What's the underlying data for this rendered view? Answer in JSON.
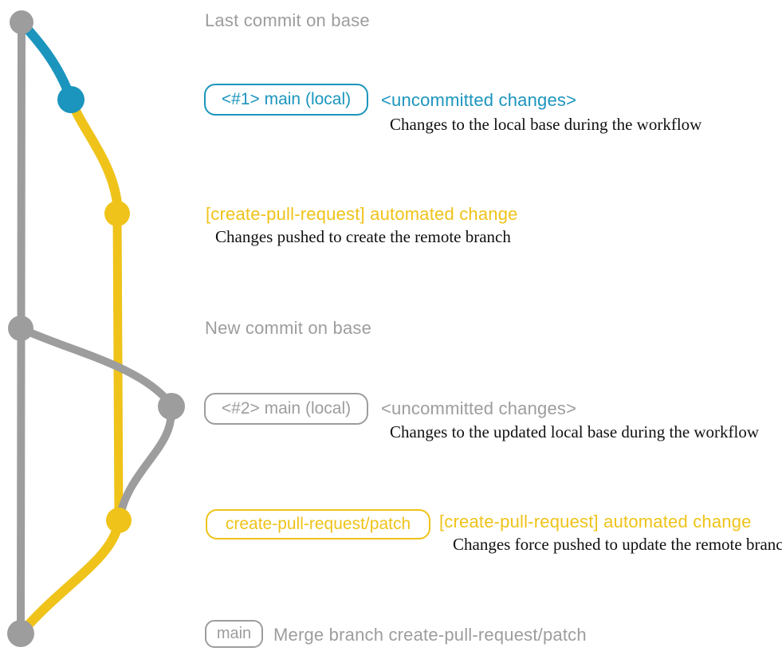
{
  "colors": {
    "gray": "#9d9d9d",
    "blue": "#1b95bd",
    "yellow": "#efc319",
    "dark": "#111111"
  },
  "diagram": {
    "type": "git-branch-graph",
    "branches": [
      {
        "name": "base",
        "color_key": "gray"
      },
      {
        "name": "main (local)",
        "color_key": "blue"
      },
      {
        "name": "create-pull-request/patch",
        "color_key": "yellow"
      }
    ],
    "commits": [
      {
        "id": "last-commit-on-base",
        "branch": "base"
      },
      {
        "id": "uncommitted-changes-1",
        "branch": "main-local"
      },
      {
        "id": "automated-change-1",
        "branch": "create-pull-request-patch"
      },
      {
        "id": "new-commit-on-base",
        "branch": "base"
      },
      {
        "id": "uncommitted-changes-2",
        "branch": "main-local"
      },
      {
        "id": "automated-change-2",
        "branch": "create-pull-request-patch"
      },
      {
        "id": "merge-commit",
        "branch": "base"
      }
    ]
  },
  "annotations": {
    "last_commit": "Last commit on base",
    "row1": {
      "badge": "<#1> main (local)",
      "heading": "<uncommitted changes>",
      "description": "Changes to the local base during the workflow"
    },
    "row2": {
      "heading": "[create-pull-request] automated change",
      "description": "Changes pushed to create the remote branch"
    },
    "new_commit": "New commit on base",
    "row3": {
      "badge": "<#2> main (local)",
      "heading": "<uncommitted changes>",
      "description": "Changes to the updated local base during the workflow"
    },
    "row4": {
      "badge": "create-pull-request/patch",
      "heading": "[create-pull-request] automated change",
      "description": "Changes force pushed to update the remote branch"
    },
    "row5": {
      "badge": "main",
      "heading": "Merge branch create-pull-request/patch"
    }
  }
}
